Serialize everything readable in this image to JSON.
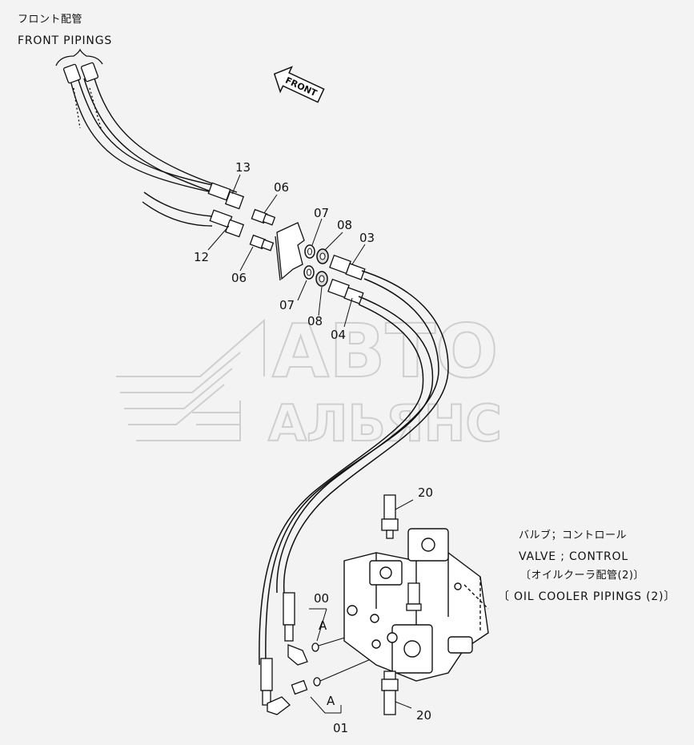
{
  "title": {
    "jp": "フロント配管",
    "en": "FRONT  PIPINGS"
  },
  "front_arrow": "FRONT",
  "valve_label": {
    "jp_line": "バルブ；コントロール",
    "en_line": "VALVE ; CONTROL",
    "jp_sub": "〔オイルクーラ配管(2)〕",
    "en_sub": "〔 OIL  COOLER  PIPINGS (2)〕"
  },
  "part_numbers": {
    "p13": "13",
    "p12": "12",
    "p06a": "06",
    "p06b": "06",
    "p07a": "07",
    "p07b": "07",
    "p08a": "08",
    "p08b": "08",
    "p03": "03",
    "p04": "04",
    "p20a": "20",
    "p20b": "20",
    "p00": "00",
    "p01": "01",
    "pAa": "A",
    "pAb": "A"
  },
  "watermark": {
    "line1": "АВТО",
    "line2": "АЛЬЯНС"
  },
  "colors": {
    "background": "#f3f3f3",
    "ink": "#111111",
    "watermark": "#d8d8d8"
  }
}
